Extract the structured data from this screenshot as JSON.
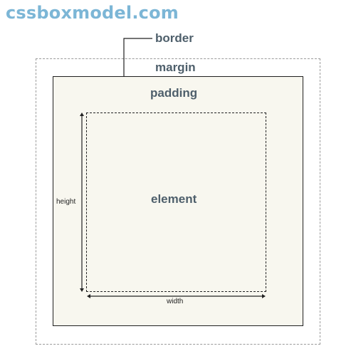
{
  "header": {
    "site_title": "cssboxmodel.com"
  },
  "diagram": {
    "labels": {
      "border": "border",
      "margin": "margin",
      "padding": "padding",
      "element": "element",
      "height": "height",
      "width": "width"
    },
    "colors": {
      "title": "#7cb6d6",
      "label": "#4e5f6b",
      "padding_fill": "#f8f7ef",
      "border_line": "#202020",
      "margin_line": "#9a9a9a"
    }
  }
}
